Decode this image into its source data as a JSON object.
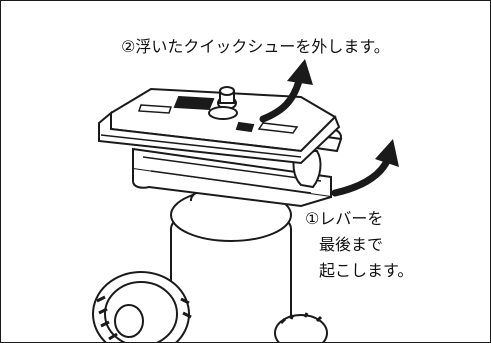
{
  "instructions": {
    "step2": "②浮いたクイックシューを外します。",
    "step1_line1": "①レバーを",
    "step1_line2": "最後まで",
    "step1_line3": "起こします。"
  },
  "colors": {
    "line": "#1a1a1a",
    "fill": "#ffffff",
    "arrow": "#1a1a1a"
  },
  "icons": {
    "arrow_up": "curved-arrow-up",
    "arrow_lever": "curved-arrow-lever"
  }
}
